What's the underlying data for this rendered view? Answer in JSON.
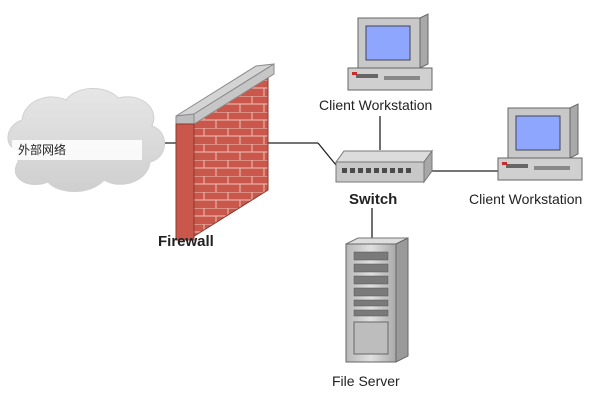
{
  "diagram": {
    "cloud_label": "外部网络",
    "firewall_label": "Firewall",
    "switch_label": "Switch",
    "client_top_label": "Client Workstation",
    "client_right_label": "Client Workstation",
    "server_label": "File Server"
  },
  "colors": {
    "brick": "#c9574b",
    "mortar": "#e8b0a3",
    "wall_top": "#d4d4d4",
    "cloud": "#dcdcdc",
    "screen": "#8fa6ff",
    "device": "#c8c8c8",
    "line": "#222222"
  }
}
